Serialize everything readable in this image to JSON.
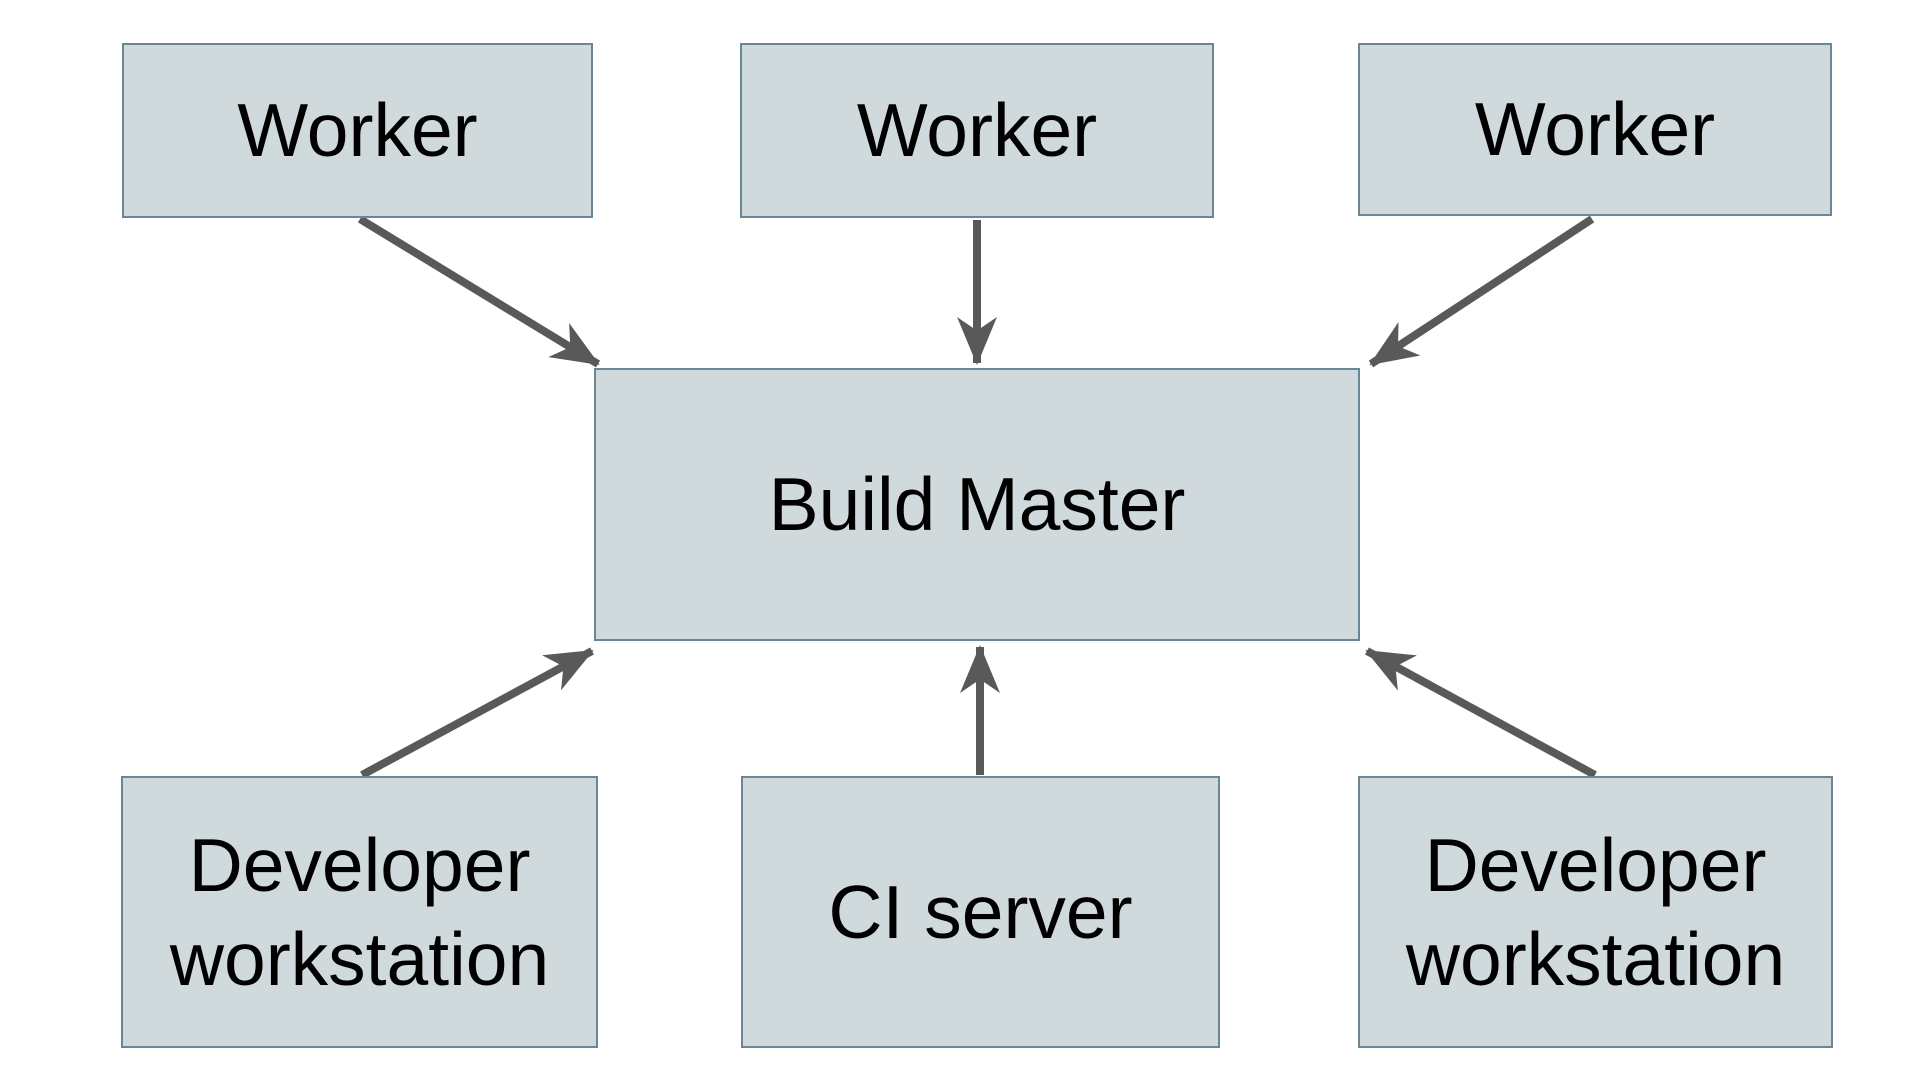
{
  "diagram": {
    "nodes": {
      "worker1": {
        "label": "Worker"
      },
      "worker2": {
        "label": "Worker"
      },
      "worker3": {
        "label": "Worker"
      },
      "build_master": {
        "label": "Build Master"
      },
      "dev_left": {
        "label": "Developer\nworkstation"
      },
      "ci_server": {
        "label": "CI server"
      },
      "dev_right": {
        "label": "Developer\nworkstation"
      }
    },
    "edges": [
      {
        "from": "worker1",
        "to": "build_master",
        "direction": "into-build-master"
      },
      {
        "from": "worker2",
        "to": "build_master",
        "direction": "into-build-master"
      },
      {
        "from": "worker3",
        "to": "build_master",
        "direction": "into-build-master"
      },
      {
        "from": "dev_left",
        "to": "build_master",
        "direction": "into-build-master"
      },
      {
        "from": "ci_server",
        "to": "build_master",
        "direction": "into-build-master"
      },
      {
        "from": "dev_right",
        "to": "build_master",
        "direction": "into-build-master"
      }
    ],
    "colors": {
      "node_fill": "#d0d9dc",
      "node_border": "#6b8694",
      "arrow": "#595959",
      "text": "#000000",
      "background": "#ffffff"
    }
  }
}
